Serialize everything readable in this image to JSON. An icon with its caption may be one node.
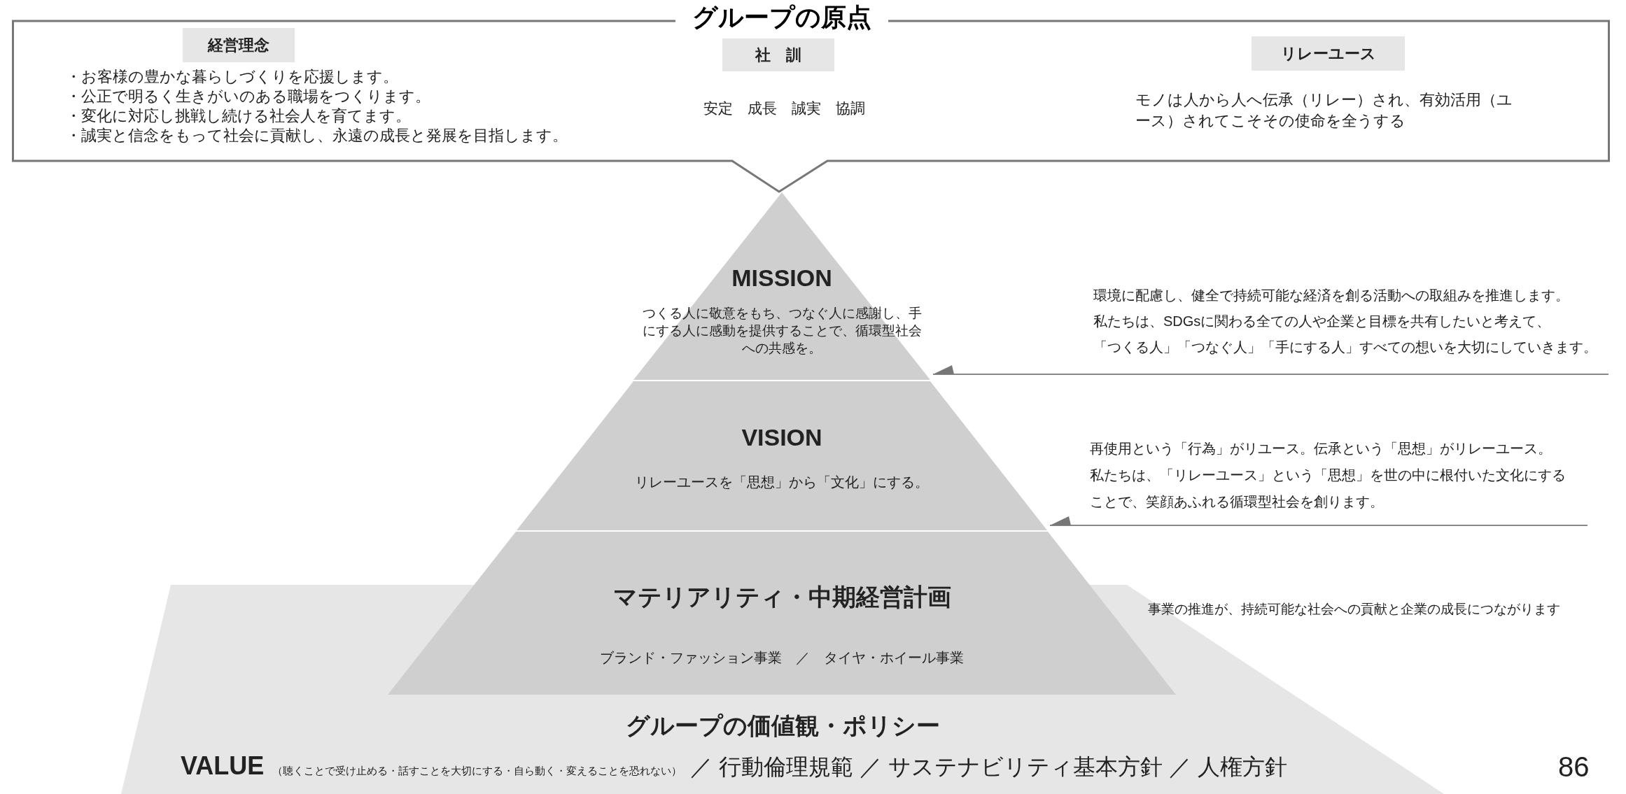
{
  "diagram": {
    "nodes": [
      {
        "text": [
          "グループの原点"
        ]
      },
      {
        "text": [
          "経営理念",
          "・お客様の豊かな暮らしづくりを応援します。",
          "・公正で明るく生きがいのある職場をつくります。",
          "・変化に対応し挑戦し続ける社会人を育てます。",
          "・誠実と信念をもって社会に貢献し、永遠の成長と発展を目指します。"
        ],
        "in": 0
      },
      {
        "text": [
          "社　訓",
          "安定　成長　誠実　協調"
        ],
        "in": 0
      },
      {
        "text": [
          "リレーユース",
          "モノは人から人へ伝承（リレー）され、有効活用（ユース）されてこそその使命を全うする"
        ],
        "in": 0
      },
      {
        "text": [
          "MISSION",
          "つくる人に敬意をもち、つなぐ人に感謝し、手にする人に感動を提供することで、循環型社会への共感を。"
        ]
      },
      {
        "text": [
          "VISION",
          "リレーユースを「思想」から「文化」にする。"
        ]
      },
      {
        "text": [
          "マテリアリティ・中期経営計画",
          "ブランド・ファッション事業　／　タイヤ・ホイール事業"
        ]
      },
      {
        "text": [
          "グループの価値観・ポリシー",
          "VALUE",
          "（聴くことで受け止める・話すことを大切にする・自ら動く・変えることを恐れない）",
          "／ 行動倫理規範 ／ サステナビリティ基本方針 ／ 人権方針"
        ]
      },
      {
        "text": [
          "環境に配慮し、健全で持続可能な経済を創る活動への取組みを推進します。",
          "私たちは、SDGsに関わる全ての人や企業と目標を共有したいと考えて、",
          "「つくる人」「つなぐ人」「手にする人」すべての想いを大切にしていきます。"
        ]
      },
      {
        "text": [
          "再使用という「行為」がリユース。伝承という「思想」がリレーユース。",
          "私たちは、「リレーユース」という「思想」を世の中に根付いた文化にすることで、笑顔あふれる循環型社会を創ります。"
        ]
      }
    ],
    "edges": [
      {
        "from": 8,
        "to": 4,
        "arrow": "to"
      },
      {
        "from": 9,
        "to": 5,
        "arrow": "to"
      }
    ],
    "labels": [
      "事業の推進が、持続可能な社会への貢献と企業の成長につながります",
      "86"
    ]
  }
}
